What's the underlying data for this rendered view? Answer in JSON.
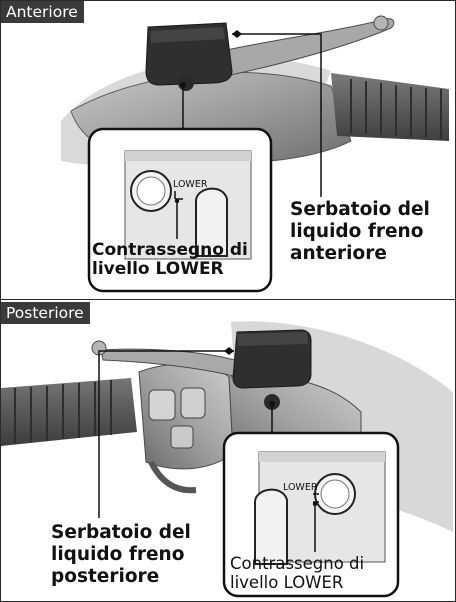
{
  "front": {
    "tag": "Anteriore",
    "callout": "Serbatoio del\nliquido freno\nanteriore",
    "inset_caption": "Contrassegno di\nlivello LOWER",
    "inset_mark": "LOWER"
  },
  "rear": {
    "tag": "Posteriore",
    "callout": "Serbatoio del\nliquido freno\nposteriore",
    "inset_caption": "Contrassegno di\nlivello LOWER",
    "inset_mark": "LOWER"
  },
  "colors": {
    "label_bg": "#3a3a3a",
    "line": "#111111"
  }
}
